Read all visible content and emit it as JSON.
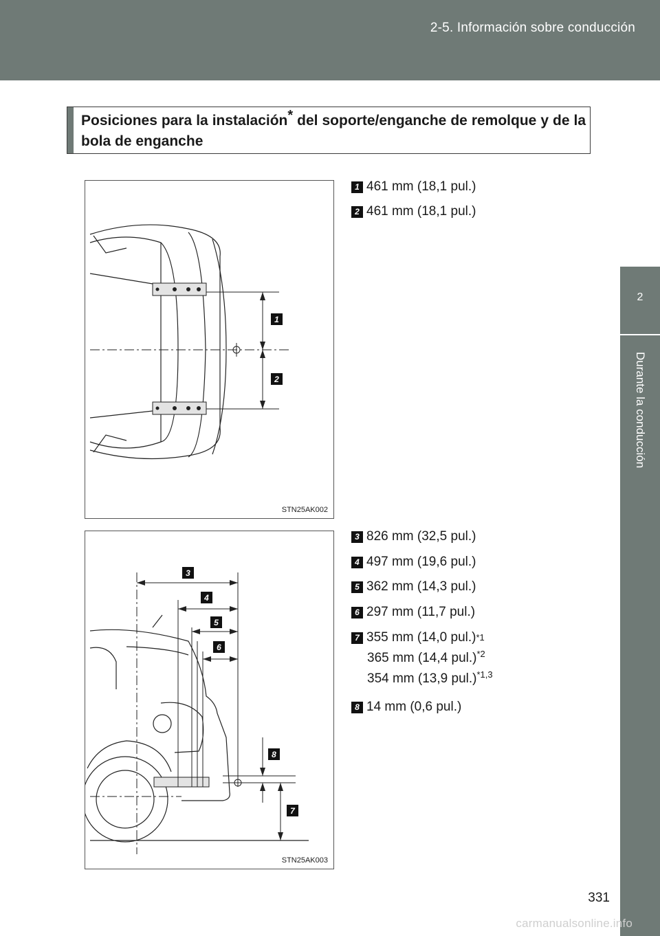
{
  "header": {
    "title": "2-5. Información sobre conducción"
  },
  "side_tab": {
    "number": "2",
    "label": "Durante la conducción"
  },
  "section": {
    "title": "Posiciones para la instalación",
    "asterisk": "*",
    "title_rest": " del soporte/enganche de remolque y de la bola de enganche"
  },
  "figure1": {
    "code": "STN25AK002",
    "labels": [
      "1",
      "2"
    ]
  },
  "figure2": {
    "code": "STN25AK003",
    "labels": [
      "3",
      "4",
      "5",
      "6",
      "7",
      "8"
    ]
  },
  "specs_top": [
    {
      "badge": "1",
      "text": "461 mm (18,1 pul.)"
    },
    {
      "badge": "2",
      "text": "461 mm (18,1 pul.)"
    }
  ],
  "specs_bottom": [
    {
      "badge": "3",
      "text": "826 mm (32,5 pul.)"
    },
    {
      "badge": "4",
      "text": "497 mm (19,6 pul.)"
    },
    {
      "badge": "5",
      "text": "362 mm (14,3 pul.)"
    },
    {
      "badge": "6",
      "text": "297 mm (11,7 pul.)"
    },
    {
      "badge": "7",
      "text": "355 mm (14,0 pul.)",
      "note": "*1"
    },
    {
      "text": "365 mm (14,4 pul.)",
      "note": "*2"
    },
    {
      "text": "354 mm (13,9 pul.)",
      "note": "*1,3"
    },
    {
      "badge": "8",
      "text": "14 mm (0,6 pul.)"
    }
  ],
  "page": {
    "number": "331"
  },
  "watermark": "carmanualsonline.info"
}
